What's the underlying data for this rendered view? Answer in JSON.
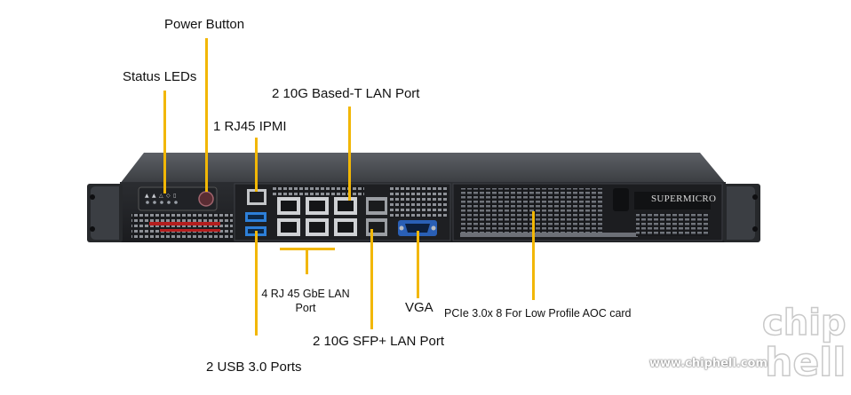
{
  "labels": {
    "power_button": "Power Button",
    "status_leds": "Status LEDs",
    "lan_10g_base_t": "2 10G Based-T LAN Port",
    "rj45_ipmi": "1 RJ45 IPMI",
    "gbe_lan_line1": "4 RJ 45 GbE LAN",
    "gbe_lan_line2": "Port",
    "vga": "VGA",
    "pcie": "PCIe 3.0x 8 For Low Profile AOC card",
    "sfp_lan": "2 10G SFP+ LAN Port",
    "usb": "2 USB 3.0 Ports"
  },
  "brand": "SUPERMICRO",
  "watermark": {
    "logo": "chip hell",
    "url": "www.chiphell.com"
  },
  "colors": {
    "leader_line": "#f2b705",
    "chassis": "#2a2c30",
    "background": "#ffffff"
  }
}
